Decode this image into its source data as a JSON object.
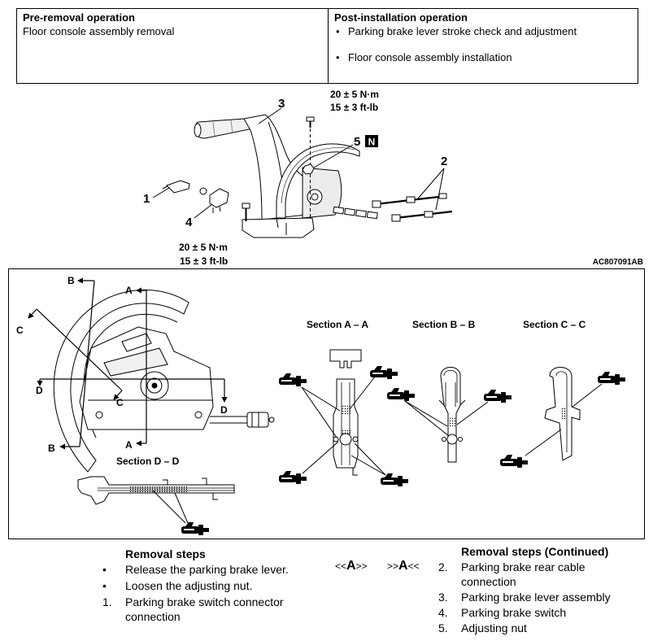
{
  "operations_table": {
    "bullet": "•",
    "pre_removal": {
      "heading": "Pre-removal operation",
      "items": [
        "Floor console assembly removal"
      ]
    },
    "post_installation": {
      "heading": "Post-installation operation",
      "items": [
        "Parking brake lever stroke check and adjustment",
        "Floor console assembly installation"
      ]
    }
  },
  "exploded_view": {
    "callouts": {
      "p1": "1",
      "p2": "2",
      "p3": "3",
      "p4": "4",
      "p5": "5"
    },
    "new_part_badge": "N",
    "torque_upper": {
      "metric": "20 ± 5 N·m",
      "imperial": "15 ± 3 ft-lb"
    },
    "torque_lower": {
      "metric": "20 ± 5 N·m",
      "imperial": "15 ± 3 ft-lb"
    },
    "figure_id": "AC807091AB"
  },
  "section_view": {
    "cut_letters": {
      "A": "A",
      "B": "B",
      "C": "C",
      "D": "D"
    },
    "titles": {
      "a": "Section A – A",
      "b": "Section B – B",
      "c": "Section C – C",
      "d": "Section D – D"
    },
    "icon": "grease-gun-icon"
  },
  "removal_steps": {
    "heading": "Removal steps",
    "items": [
      {
        "marker": "•",
        "text": "Release the parking brake lever."
      },
      {
        "marker": "•",
        "text": "Loosen the adjusting nut."
      },
      {
        "marker": "1.",
        "text": "Parking brake switch connector connection"
      }
    ]
  },
  "service_refs": [
    {
      "open": "<<",
      "letter": "A",
      "close": ">>"
    },
    {
      "open": ">>",
      "letter": "A",
      "close": "<<"
    }
  ],
  "removal_steps_continued": {
    "heading": "Removal steps (Continued)",
    "items": [
      {
        "marker": "2.",
        "text": "Parking brake rear cable connection"
      },
      {
        "marker": "3.",
        "text": "Parking brake lever assembly"
      },
      {
        "marker": "4.",
        "text": "Parking brake switch"
      },
      {
        "marker": "5.",
        "text": "Adjusting nut"
      }
    ]
  }
}
